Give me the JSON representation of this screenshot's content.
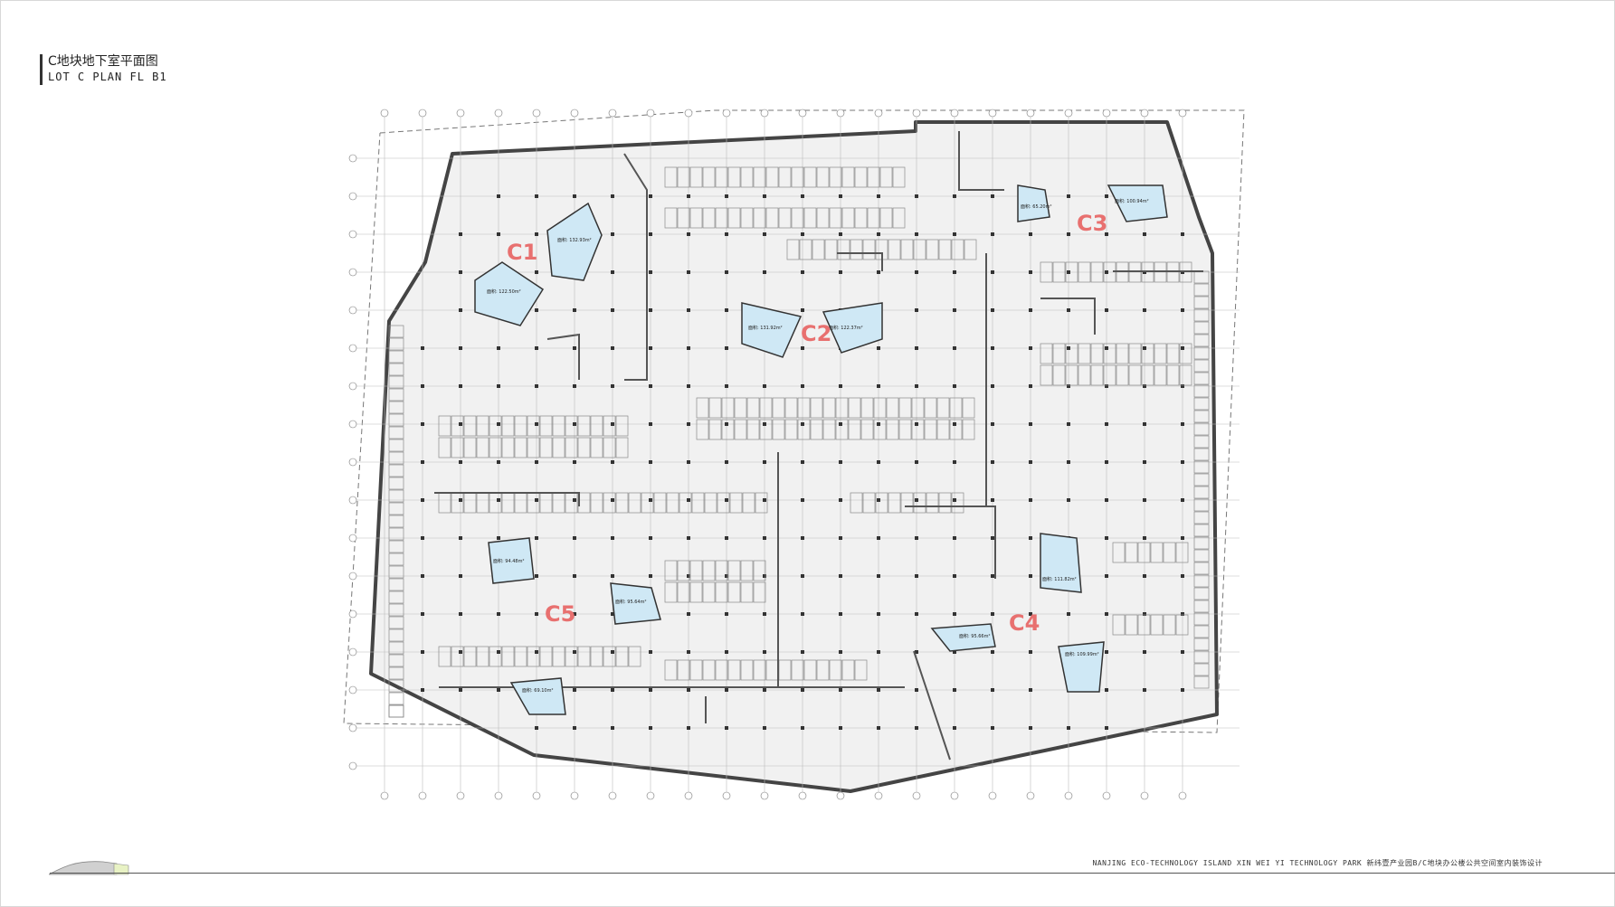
{
  "title": {
    "cn": "C地块地下室平面图",
    "en": "LOT C PLAN FL B1"
  },
  "footer": {
    "project": "NANJING ECO-TECHNOLOGY ISLAND XIN WEI YI TECHNOLOGY PARK  新纬壹产业园B/C地块办公楼公共空间室内装饰设计"
  },
  "zones": [
    {
      "label": "C1"
    },
    {
      "label": "C2"
    },
    {
      "label": "C3"
    },
    {
      "label": "C4"
    },
    {
      "label": "C5"
    }
  ],
  "area_tags": [
    {
      "text": "面积: 132.93m²"
    },
    {
      "text": "面积: 122.50m²"
    },
    {
      "text": "面积: 131.92m²"
    },
    {
      "text": "面积: 122.37m²"
    },
    {
      "text": "面积: 65.20m²"
    },
    {
      "text": "面积: 100.94m²"
    },
    {
      "text": "面积: 94.48m²"
    },
    {
      "text": "面积: 95.64m²"
    },
    {
      "text": "面积: 111.82m²"
    },
    {
      "text": "面积: 95.66m²"
    },
    {
      "text": "面积: 109.99m²"
    },
    {
      "text": "面积: 69.10m²"
    }
  ],
  "colors": {
    "zone_label": "#e8706f",
    "room_fill": "#cfe8f5",
    "wall": "#444444",
    "floor": "#f1f1f1"
  }
}
